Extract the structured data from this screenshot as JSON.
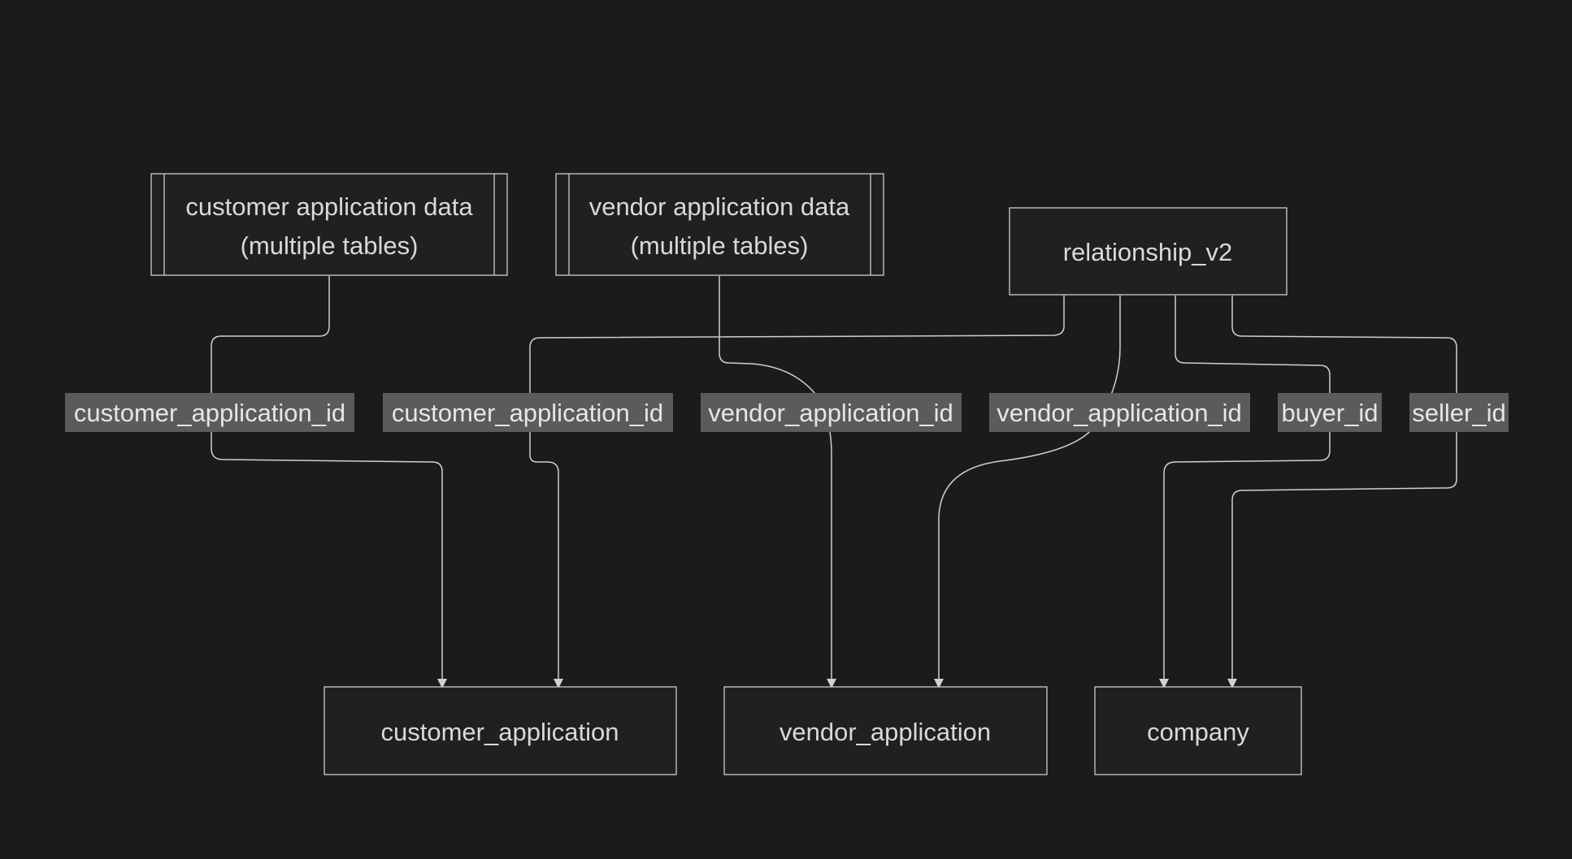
{
  "diagram": {
    "nodes": {
      "customer_app_data": {
        "type": "subroutine",
        "lines": [
          "customer application data",
          "(multiple tables)"
        ]
      },
      "vendor_app_data": {
        "type": "subroutine",
        "lines": [
          "vendor application data",
          "(multiple tables)"
        ]
      },
      "relationship_v2": {
        "type": "rect",
        "lines": [
          "relationship_v2"
        ]
      },
      "customer_application": {
        "type": "rect",
        "lines": [
          "customer_application"
        ]
      },
      "vendor_application": {
        "type": "rect",
        "lines": [
          "vendor_application"
        ]
      },
      "company": {
        "type": "rect",
        "lines": [
          "company"
        ]
      }
    },
    "edges": [
      {
        "id": "e1",
        "from": "customer_app_data",
        "to": "customer_application",
        "label": "customer_application_id"
      },
      {
        "id": "e2",
        "from": "relationship_v2",
        "to": "customer_application",
        "label": "customer_application_id"
      },
      {
        "id": "e3",
        "from": "vendor_app_data",
        "to": "vendor_application",
        "label": "vendor_application_id"
      },
      {
        "id": "e4",
        "from": "relationship_v2",
        "to": "vendor_application",
        "label": "vendor_application_id"
      },
      {
        "id": "e5",
        "from": "relationship_v2",
        "to": "company",
        "label": "buyer_id"
      },
      {
        "id": "e6",
        "from": "relationship_v2",
        "to": "company",
        "label": "seller_id"
      }
    ],
    "colors": {
      "background": "#1b1b1b",
      "node_fill": "#1f2020",
      "node_stroke": "#cccccc",
      "edge": "#d0d0d0",
      "label_bg": "#5b5b5b",
      "text": "#d9d9d9"
    }
  }
}
